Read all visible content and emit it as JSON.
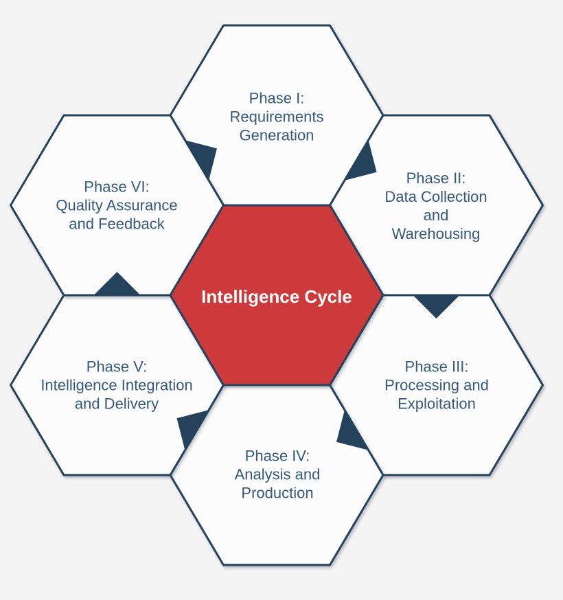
{
  "diagram": {
    "title": "Intelligence Cycle",
    "type": "hexagonal-cycle",
    "center_node": {
      "label": "Intelligence Cycle"
    },
    "phases": [
      {
        "id": "phase-1",
        "position": "top",
        "label": "Phase I:\nRequirements\nGeneration"
      },
      {
        "id": "phase-2",
        "position": "upper-right",
        "label": "Phase II:\nData Collection\nand\nWarehousing"
      },
      {
        "id": "phase-3",
        "position": "lower-right",
        "label": "Phase III:\nProcessing and\nExploitation"
      },
      {
        "id": "phase-4",
        "position": "bottom",
        "label": "Phase IV:\nAnalysis and\nProduction"
      },
      {
        "id": "phase-5",
        "position": "lower-left",
        "label": "Phase V:\nIntelligence Integration\nand Delivery"
      },
      {
        "id": "phase-6",
        "position": "upper-left",
        "label": "Phase VI:\nQuality Assurance\nand Feedback"
      }
    ],
    "flows": [
      {
        "from": "phase-1",
        "to": "phase-2"
      },
      {
        "from": "phase-2",
        "to": "phase-3"
      },
      {
        "from": "phase-3",
        "to": "phase-4"
      },
      {
        "from": "phase-4",
        "to": "phase-5"
      },
      {
        "from": "phase-5",
        "to": "phase-6"
      },
      {
        "from": "phase-6",
        "to": "phase-1"
      }
    ],
    "colors": {
      "background": "#f5f4f5",
      "node_fill": "#fcfcfd",
      "node_border": "#24425c",
      "node_text": "#36597b",
      "center_fill": "#cc3a3c",
      "center_text": "#ffffff",
      "arrow": "#24425c"
    }
  }
}
